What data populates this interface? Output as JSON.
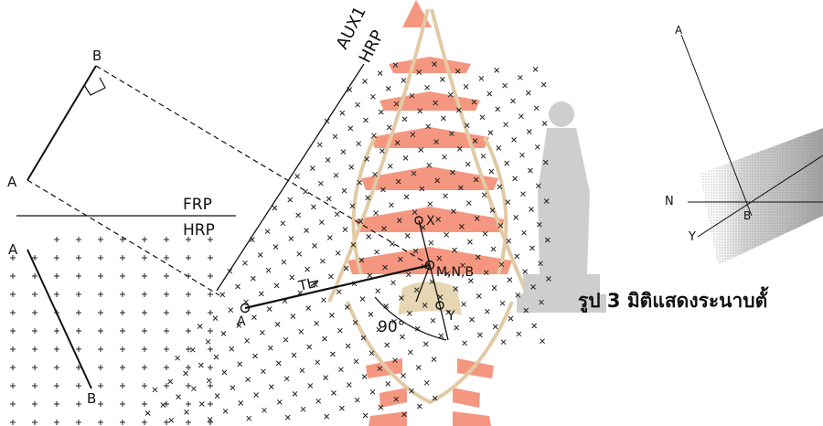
{
  "labels": {
    "b_top": "B",
    "a_left": "A",
    "frp": "FRP",
    "hrp_left": "HRP",
    "a_plan": "A",
    "b_plan": "B",
    "aux1": "AUX1",
    "hrp_rot": "HRP",
    "x": "X",
    "mnb": "M,N,B",
    "tl": "TL",
    "a_aux": "A",
    "y": "Y",
    "angle": "90°",
    "a_right": "A",
    "n_right": "N",
    "b_right": "B",
    "y_right": "Y"
  },
  "caption": "รูป 3 มิติแสดงระนาบตั้",
  "colors": {
    "ink": "#111111",
    "watermark_red": "#f06a4a",
    "watermark_tan": "#d8b888",
    "watermark_gray": "#c9c9c9",
    "shade_gray": "#9a9a9a"
  }
}
